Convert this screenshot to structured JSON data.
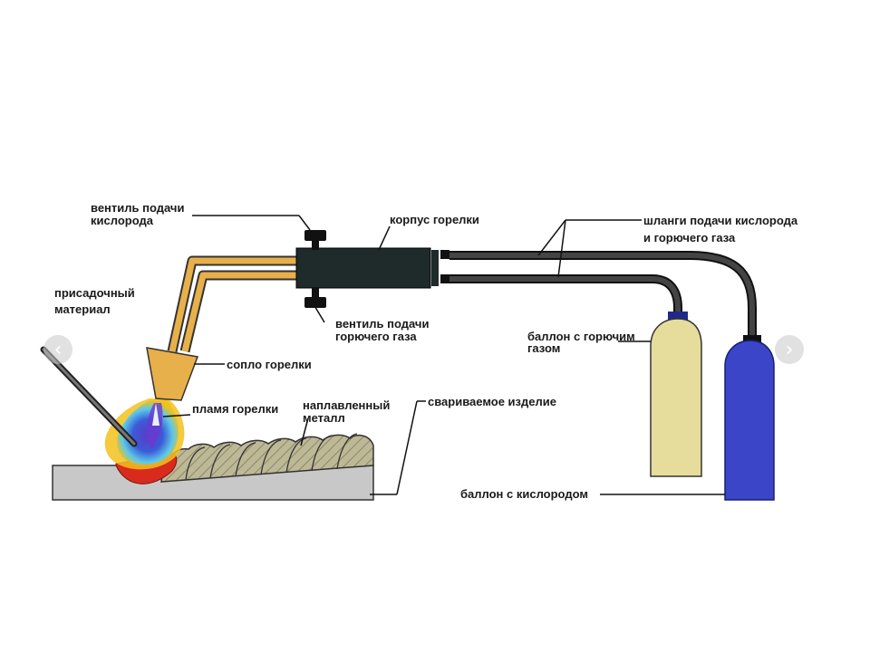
{
  "labels": {
    "oxygen_valve_1": "вентиль подачи",
    "oxygen_valve_2": "кислорода",
    "torch_body": "корпус горелки",
    "hoses_1": "шланги подачи кислорода",
    "hoses_2": "и горючего газа",
    "filler_1": "присадочный",
    "filler_2": "материал",
    "fuel_valve_1": "вентиль подачи",
    "fuel_valve_2": "горючего газа",
    "fuel_cylinder_1": "баллон с горючим",
    "fuel_cylinder_2": "газом",
    "nozzle": "сопло горелки",
    "flame": "пламя горелки",
    "weld_metal_1": "наплавленный",
    "weld_metal_2": "металл",
    "workpiece": "свариваемое изделие",
    "oxygen_cylinder": "баллон с кислородом"
  },
  "nav": {
    "prev_icon": "chevron-left-icon",
    "next_icon": "chevron-right-icon",
    "prev_glyph": "‹",
    "next_glyph": "›"
  },
  "colors": {
    "tube": "#e8b04a",
    "torch_body": "#1f2a2a",
    "hose": "#333333",
    "fuel_cylinder": "#e6dc9c",
    "oxygen_cylinder": "#3a45c8",
    "workpiece": "#c8c8c8",
    "weld_metal": "#bdb896"
  }
}
